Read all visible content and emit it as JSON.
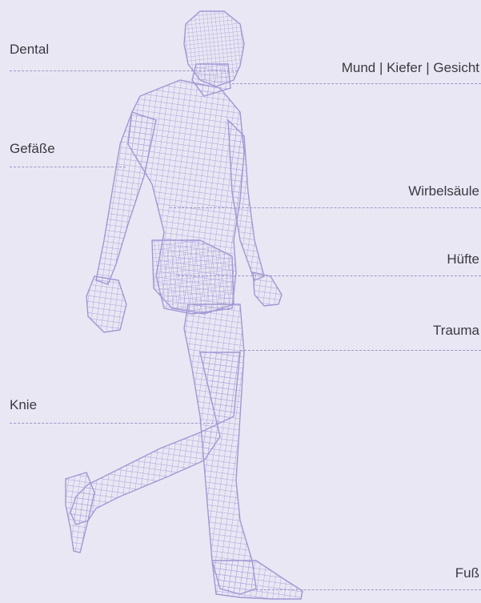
{
  "figure": {
    "background": "#e9e7f4",
    "wireframe_color": "#a59dd6",
    "leader_line_color": "#9a97c6",
    "subject": "wireframe-human-body-walking"
  },
  "labels": {
    "left": [
      {
        "id": "dental",
        "text": "Dental"
      },
      {
        "id": "gefaesse",
        "text": "Gefäße"
      },
      {
        "id": "knie",
        "text": "Knie"
      }
    ],
    "right": [
      {
        "id": "mund",
        "text": "Mund | Kiefer | Gesicht"
      },
      {
        "id": "wirbelsaeule",
        "text": "Wirbelsäule"
      },
      {
        "id": "huefte",
        "text": "Hüfte"
      },
      {
        "id": "trauma",
        "text": "Trauma"
      },
      {
        "id": "fuss",
        "text": "Fuß"
      }
    ]
  }
}
